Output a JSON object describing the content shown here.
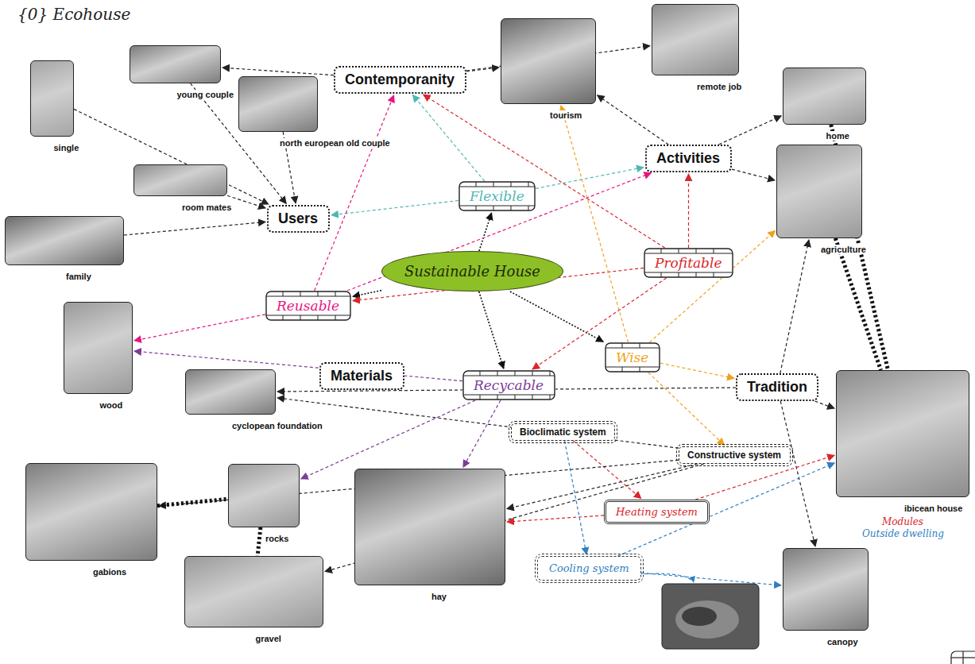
{
  "diagram": {
    "title": "{0} Ecohouse",
    "nodes": [
      {
        "text": [
          "young couple"
        ]
      },
      {
        "text": [
          "Contemporanity"
        ]
      },
      {
        "text": [
          "tourism"
        ]
      },
      {
        "text": [
          "remote job"
        ]
      },
      {
        "text": [
          "single"
        ]
      },
      {
        "text": [
          "north european old couple"
        ]
      },
      {
        "text": [
          "home"
        ]
      },
      {
        "text": [
          "Activities"
        ]
      },
      {
        "text": [
          "room mates"
        ]
      },
      {
        "text": [
          "Flexible"
        ]
      },
      {
        "text": [
          "Users"
        ]
      },
      {
        "text": [
          "agriculture"
        ]
      },
      {
        "text": [
          "family"
        ]
      },
      {
        "text": [
          "Sustainable House"
        ]
      },
      {
        "text": [
          "Profitable"
        ]
      },
      {
        "text": [
          "Reusable"
        ]
      },
      {
        "text": [
          "wood"
        ]
      },
      {
        "text": [
          "Wise"
        ]
      },
      {
        "text": [
          "Materials"
        ]
      },
      {
        "text": [
          "Recycable"
        ]
      },
      {
        "text": [
          "cyclopean foundation"
        ]
      },
      {
        "text": [
          "Tradition"
        ]
      },
      {
        "text": [
          "Bioclimatic system"
        ]
      },
      {
        "text": [
          "ibicean house"
        ]
      },
      {
        "text": [
          "Constructive system"
        ]
      },
      {
        "text": [
          "gabions"
        ]
      },
      {
        "text": [
          "rocks"
        ]
      },
      {
        "text": [
          "hay"
        ]
      },
      {
        "text": [
          "Heating system"
        ]
      },
      {
        "text": [
          "Cooling system"
        ]
      },
      {
        "text": [
          "canopy"
        ]
      },
      {
        "text": [
          "gravel"
        ]
      }
    ],
    "edges": [
      {
        "from": 1,
        "to": 0,
        "arrow": "to"
      },
      {
        "from": 1,
        "to": 2,
        "arrow": "to"
      },
      {
        "from": 1,
        "to": 3,
        "arrow": "to"
      },
      {
        "from": 0,
        "to": 10,
        "arrow": "to"
      },
      {
        "from": 5,
        "to": 10,
        "arrow": "to"
      },
      {
        "from": 4,
        "to": 10,
        "arrow": "to"
      },
      {
        "from": 8,
        "to": 10,
        "arrow": "to"
      },
      {
        "from": 12,
        "to": 10,
        "arrow": "to"
      },
      {
        "from": 7,
        "to": 2,
        "arrow": "to"
      },
      {
        "from": 7,
        "to": 6,
        "arrow": "to"
      },
      {
        "from": 7,
        "to": 11,
        "arrow": "to"
      },
      {
        "from": 13,
        "to": 9,
        "arrow": "to"
      },
      {
        "from": 13,
        "to": 15,
        "arrow": "to"
      },
      {
        "from": 13,
        "to": 19,
        "arrow": "to"
      },
      {
        "from": 13,
        "to": 17,
        "arrow": "to"
      },
      {
        "from": 9,
        "to": 10,
        "arrow": "to"
      },
      {
        "from": 9,
        "to": 7,
        "arrow": "to"
      },
      {
        "from": 9,
        "to": 1,
        "arrow": "to"
      },
      {
        "from": 15,
        "to": 1,
        "arrow": "to"
      },
      {
        "from": 15,
        "to": 7,
        "arrow": "to"
      },
      {
        "from": 15,
        "to": 16,
        "arrow": "to"
      },
      {
        "from": 14,
        "to": 15,
        "arrow": "to"
      },
      {
        "from": 14,
        "to": 19,
        "arrow": "to"
      },
      {
        "from": 14,
        "to": 7,
        "arrow": "to"
      },
      {
        "from": 14,
        "to": 1,
        "arrow": "to"
      },
      {
        "from": 19,
        "to": 16,
        "arrow": "to"
      },
      {
        "from": 19,
        "to": 26,
        "arrow": "to"
      },
      {
        "from": 19,
        "to": 27,
        "arrow": "to"
      },
      {
        "from": 17,
        "to": 2,
        "arrow": "to"
      },
      {
        "from": 17,
        "to": 11,
        "arrow": "to"
      },
      {
        "from": 17,
        "to": 21,
        "arrow": "to"
      },
      {
        "from": 17,
        "to": 24,
        "arrow": "to"
      },
      {
        "from": 21,
        "to": 11,
        "arrow": "to"
      },
      {
        "from": 21,
        "to": 23,
        "arrow": "to"
      },
      {
        "from": 21,
        "to": 20,
        "arrow": "to"
      },
      {
        "from": 21,
        "to": 30,
        "arrow": "to"
      },
      {
        "from": 22,
        "to": 28,
        "arrow": "to"
      },
      {
        "from": 22,
        "to": 29,
        "arrow": "to"
      },
      {
        "from": 28,
        "to": 27,
        "arrow": "to"
      },
      {
        "from": 28,
        "to": 23,
        "arrow": "to"
      },
      {
        "from": 29,
        "to": 23,
        "arrow": "to"
      },
      {
        "from": 29,
        "to": 30,
        "arrow": "to"
      },
      {
        "from": 24,
        "to": 25,
        "arrow": "to"
      },
      {
        "from": 24,
        "to": 27,
        "arrow": "to"
      },
      {
        "from": 24,
        "to": 31,
        "arrow": "to"
      },
      {
        "from": 24,
        "to": 20,
        "arrow": "to"
      },
      {
        "from": 25,
        "to": 26,
        "arrow": "none"
      },
      {
        "from": 26,
        "to": 31,
        "arrow": "none"
      },
      {
        "from": 6,
        "to": 23,
        "arrow": "none"
      },
      {
        "from": 11,
        "to": 23,
        "arrow": "none"
      }
    ],
    "labels": [
      "Modules",
      "Outside dwelling"
    ]
  }
}
